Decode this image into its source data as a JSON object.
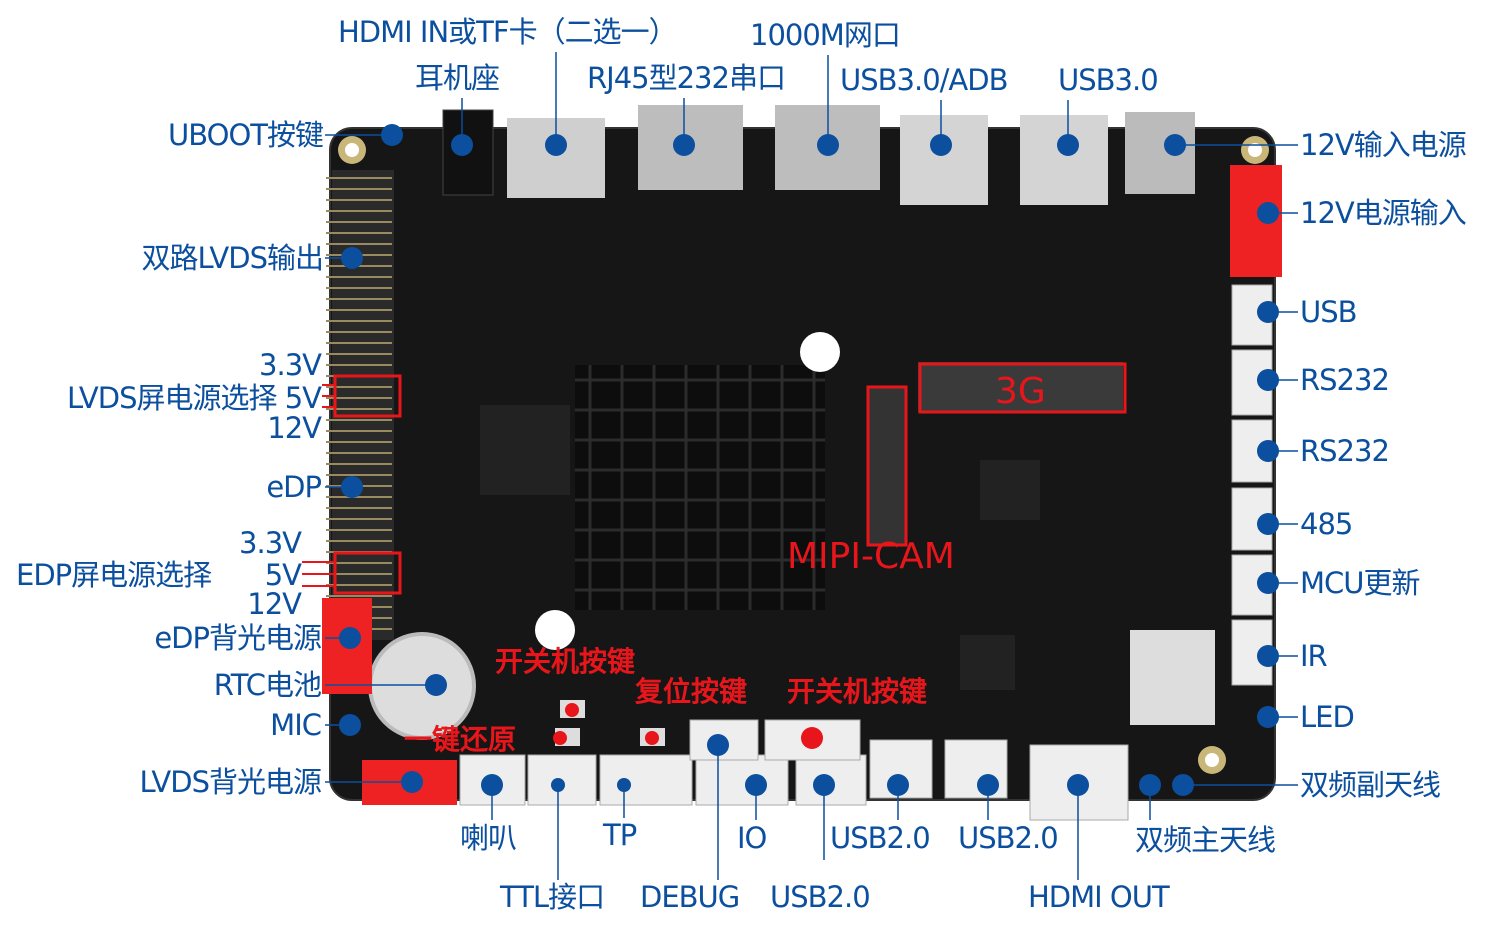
{
  "colors": {
    "label": "#0b4f9e",
    "annotation": "#e8161b",
    "board": "#161616",
    "dot": "#0b4f9e"
  },
  "top_labels": {
    "hdmi_in_tf": "HDMI IN或TF卡（二选一）",
    "ethernet": "1000M网口",
    "headphone": "耳机座",
    "rj45_232": "RJ45型232串口",
    "usb30_adb": "USB3.0/ADB",
    "usb30": "USB3.0"
  },
  "left_labels": {
    "uboot": "UBOOT按键",
    "dual_lvds": "双路LVDS输出",
    "lvds_33v": "3.3V",
    "lvds_power_select": "LVDS屏电源选择 5V",
    "lvds_12v": "12V",
    "edp": "eDP",
    "edp_33v": "3.3V",
    "edp_power_select": "EDP屏电源选择",
    "edp_5v": "5V",
    "edp_12v": "12V",
    "edp_backlight": "eDP背光电源",
    "rtc": "RTC电池",
    "mic": "MIC",
    "lvds_backlight": "LVDS背光电源"
  },
  "right_labels": {
    "power_12v_in": "12V输入电源",
    "power_12v_connector": "12V电源输入",
    "usb": "USB",
    "rs232_1": "RS232",
    "rs232_2": "RS232",
    "rs485": "485",
    "mcu_update": "MCU更新",
    "ir": "IR",
    "led": "LED",
    "aux_antenna": "双频副天线"
  },
  "bottom_labels": {
    "speaker": "喇叭",
    "tp": "TP",
    "io": "IO",
    "usb20_1": "USB2.0",
    "usb20_2": "USB2.0",
    "main_antenna": "双频主天线",
    "ttl": "TTL接口",
    "debug": "DEBUG",
    "usb20_3": "USB2.0",
    "hdmi_out": "HDMI OUT"
  },
  "board_annotations": {
    "g3": "3G",
    "mipi_cam": "MIPI-CAM",
    "power_button_1": "开关机按键",
    "reset_button": "复位按键",
    "power_button_2": "开关机按键",
    "one_key_restore": "一键还原"
  }
}
